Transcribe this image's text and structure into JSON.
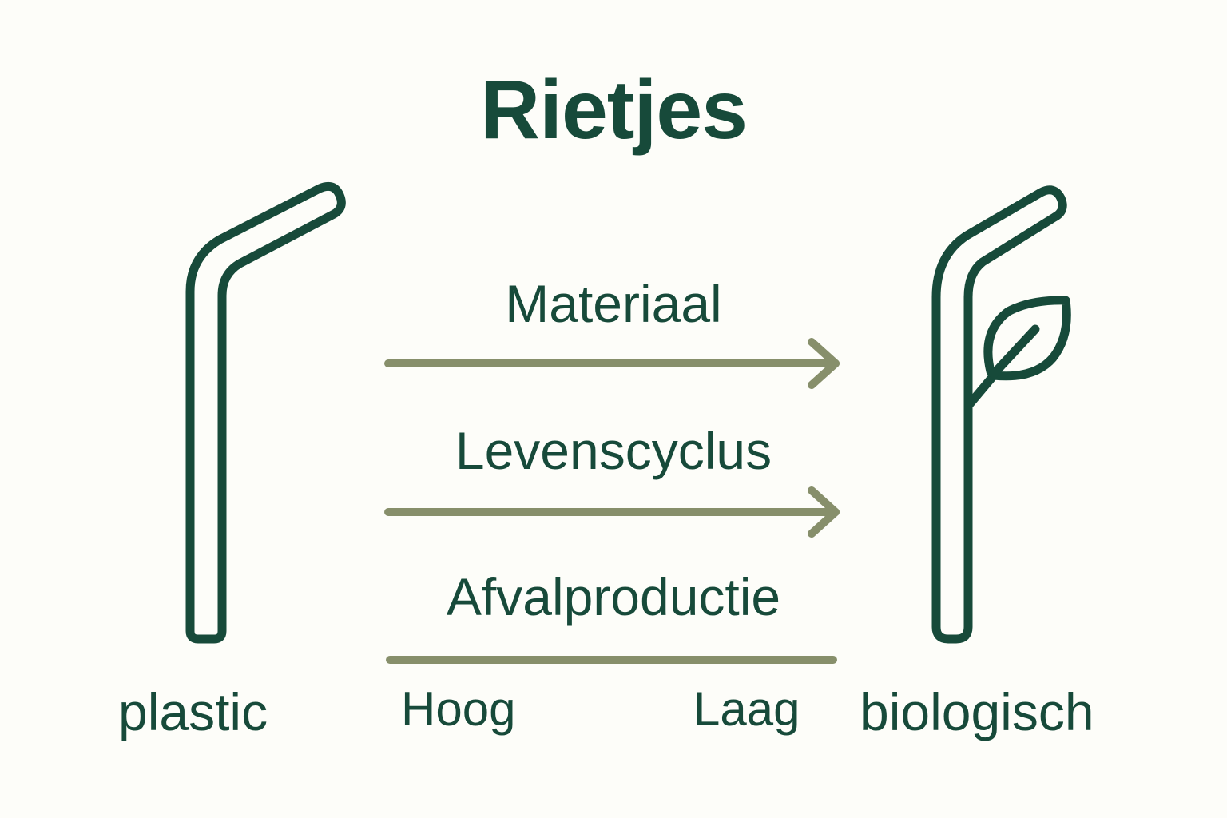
{
  "title": "Rietjes",
  "colors": {
    "background": "#fdfdf9",
    "primary_dark_green": "#174a3a",
    "arrow_olive": "#878f6b"
  },
  "left_item": {
    "label": "plastic",
    "icon": "bent-straw-icon"
  },
  "right_item": {
    "label": "biologisch",
    "icon": "bent-straw-with-leaf-icon"
  },
  "comparisons": [
    {
      "label": "Materiaal",
      "connector": "arrow-right"
    },
    {
      "label": "Levenscyclus",
      "connector": "arrow-right"
    },
    {
      "label": "Afvalproductie",
      "connector": "line"
    }
  ],
  "scale": {
    "high_label": "Hoog",
    "low_label": "Laag"
  }
}
